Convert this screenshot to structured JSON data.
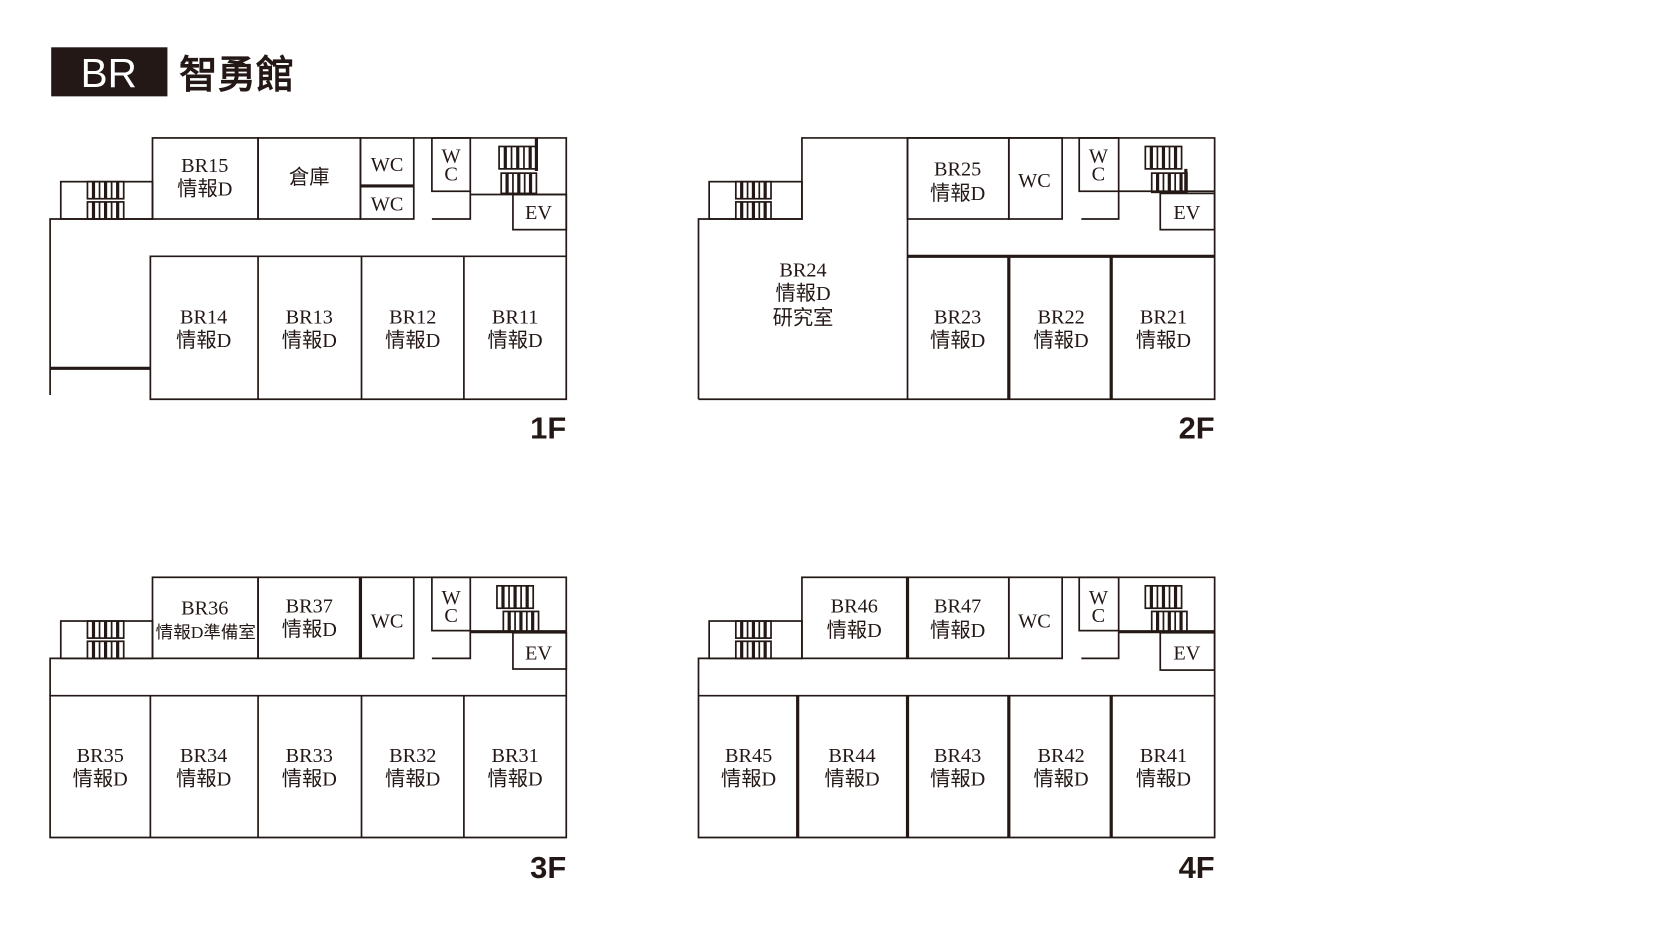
{
  "header": {
    "code": "BR",
    "name": "智勇館"
  },
  "floors": [
    {
      "label": "1F",
      "rooms": [
        {
          "name": "BR15",
          "dept": "情報D"
        },
        {
          "name": "倉庫"
        },
        {
          "name": "WC"
        },
        {
          "name": "WC"
        },
        {
          "name": "W",
          "dept": "C"
        },
        {
          "name": "EV"
        },
        {
          "name": "BR14",
          "dept": "情報D"
        },
        {
          "name": "BR13",
          "dept": "情報D"
        },
        {
          "name": "BR12",
          "dept": "情報D"
        },
        {
          "name": "BR11",
          "dept": "情報D"
        }
      ]
    },
    {
      "label": "2F",
      "rooms": [
        {
          "name": "BR25",
          "dept": "情報D"
        },
        {
          "name": "WC"
        },
        {
          "name": "W",
          "dept": "C"
        },
        {
          "name": "EV"
        },
        {
          "name": "BR24",
          "dept": "情報D",
          "extra": "研究室"
        },
        {
          "name": "BR23",
          "dept": "情報D"
        },
        {
          "name": "BR22",
          "dept": "情報D"
        },
        {
          "name": "BR21",
          "dept": "情報D"
        }
      ]
    },
    {
      "label": "3F",
      "rooms": [
        {
          "name": "BR36",
          "dept": "情報D準備室"
        },
        {
          "name": "BR37",
          "dept": "情報D"
        },
        {
          "name": "WC"
        },
        {
          "name": "W",
          "dept": "C"
        },
        {
          "name": "EV"
        },
        {
          "name": "BR35",
          "dept": "情報D"
        },
        {
          "name": "BR34",
          "dept": "情報D"
        },
        {
          "name": "BR33",
          "dept": "情報D"
        },
        {
          "name": "BR32",
          "dept": "情報D"
        },
        {
          "name": "BR31",
          "dept": "情報D"
        }
      ]
    },
    {
      "label": "4F",
      "rooms": [
        {
          "name": "BR46",
          "dept": "情報D"
        },
        {
          "name": "BR47",
          "dept": "情報D"
        },
        {
          "name": "WC"
        },
        {
          "name": "W",
          "dept": "C"
        },
        {
          "name": "EV"
        },
        {
          "name": "BR45",
          "dept": "情報D"
        },
        {
          "name": "BR44",
          "dept": "情報D"
        },
        {
          "name": "BR43",
          "dept": "情報D"
        },
        {
          "name": "BR42",
          "dept": "情報D"
        },
        {
          "name": "BR41",
          "dept": "情報D"
        }
      ]
    }
  ]
}
